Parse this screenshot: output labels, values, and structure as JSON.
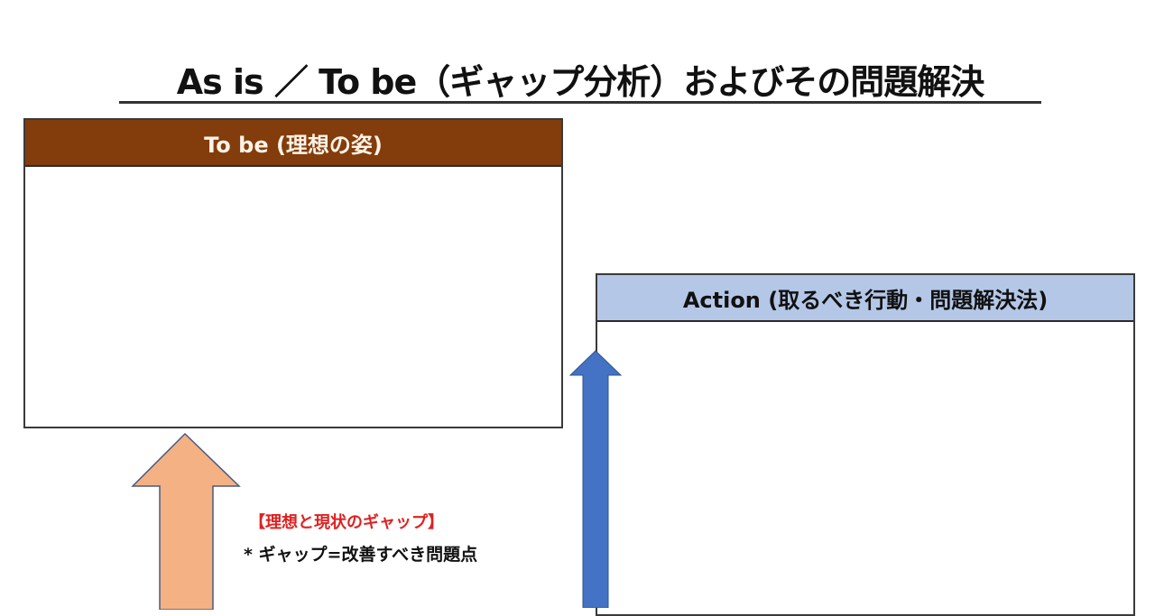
{
  "title": "As is ／ To be（ギャップ分析）およびその問題解決",
  "tobe_box": {
    "header": "To be (理想の姿)",
    "header_color": "#833c0c",
    "body": ""
  },
  "action_box": {
    "header": "Action (取るべき行動・問題解決法)",
    "header_color": "#b4c7e7",
    "body": ""
  },
  "gap_label": {
    "title": "【理想と現状のギャップ】",
    "title_color": "#e02020",
    "note": "* ギャップ=改善すべき問題点"
  },
  "arrows": {
    "gap_arrow_color": "#f4b183",
    "action_arrow_color": "#4472c4"
  }
}
